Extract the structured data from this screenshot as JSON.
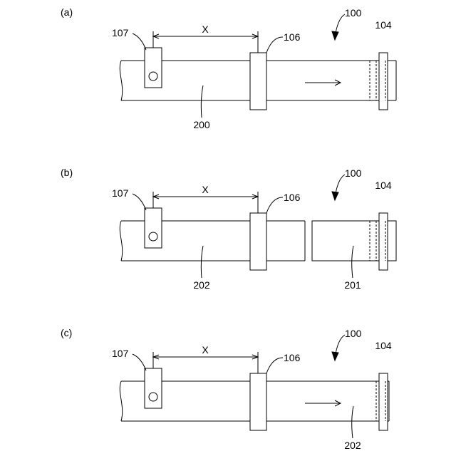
{
  "colors": {
    "stroke": "#000000",
    "background": "#ffffff"
  },
  "panels": [
    {
      "id": "a",
      "panel_label": "(a)",
      "assembly_label": "100",
      "clamp_label": "107",
      "cutter_label": "106",
      "stopper_label": "104",
      "distance_label": "X",
      "strips": [
        {
          "label": "200",
          "variant": "long"
        }
      ],
      "direction_arrow": true
    },
    {
      "id": "b",
      "panel_label": "(b)",
      "assembly_label": "100",
      "clamp_label": "107",
      "cutter_label": "106",
      "stopper_label": "104",
      "distance_label": "X",
      "strips": [
        {
          "label": "202",
          "variant": "left-piece"
        },
        {
          "label": "201",
          "variant": "right-piece"
        }
      ],
      "direction_arrow": false
    },
    {
      "id": "c",
      "panel_label": "(c)",
      "assembly_label": "100",
      "clamp_label": "107",
      "cutter_label": "106",
      "stopper_label": "104",
      "distance_label": "X",
      "strips": [
        {
          "label": "202",
          "variant": "shifted"
        }
      ],
      "direction_arrow": true
    }
  ]
}
